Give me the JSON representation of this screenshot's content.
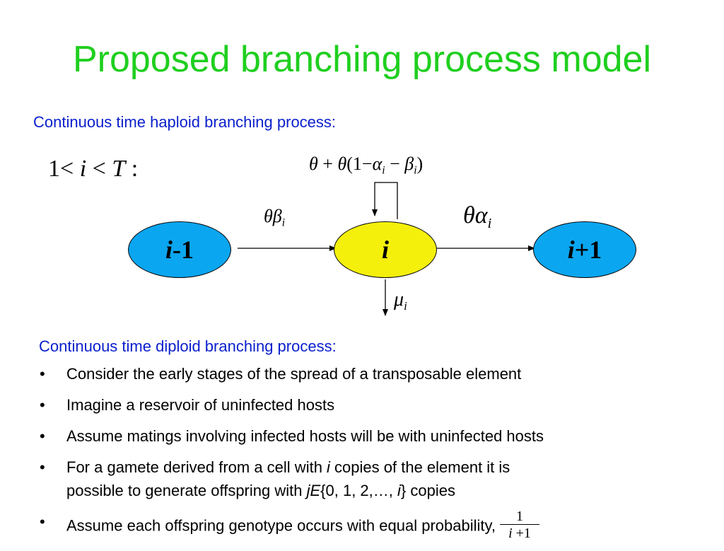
{
  "title": "Proposed branching process model",
  "haploid_heading": "Continuous time haploid branching process:",
  "condition": {
    "lhs": "1",
    "lt1": "<",
    "var": "i",
    "lt2": "<",
    "rhs": "T",
    "colon": ":"
  },
  "self_loop_rate": {
    "a": "θ",
    "plus": "+",
    "b": "θ",
    "open": "(1",
    "minus1": "−",
    "alpha": "α",
    "alpha_sub": "i",
    "minus2": "−",
    "beta": "β",
    "beta_sub": "i",
    "close": ")"
  },
  "rate_in": {
    "theta": "θ",
    "beta": "β",
    "sub": "i"
  },
  "rate_out": {
    "theta": "θ",
    "alpha": "α",
    "sub": "i"
  },
  "rate_death": {
    "mu": "μ",
    "sub": "i"
  },
  "nodes": {
    "left": {
      "var": "i",
      "rest": "-1",
      "color": "#0ba6f0"
    },
    "center": {
      "var": "i",
      "color": "#f4f00c"
    },
    "right": {
      "var": "i",
      "rest": "+1",
      "color": "#0ba6f0"
    }
  },
  "diploid_heading": "Continuous time diploid branching process:",
  "bullet_char": "•",
  "bullets": [
    "Consider the early stages of the spread of a transposable element",
    "Imagine a reservoir of uninfected hosts",
    "Assume matings involving infected hosts will be with uninfected hosts"
  ],
  "bullet4": {
    "line1_pre": "For a gamete derived from a cell with ",
    "line1_var": "i",
    "line1_post": " copies of the element it is",
    "line2_pre": "possible to generate offspring with ",
    "line2_var": "jE",
    "line2_mid": "{0, 1, 2,…, ",
    "line2_var2": "i",
    "line2_post": "} copies"
  },
  "bullet5": {
    "text": "Assume each offspring genotype occurs with equal probability,",
    "frac_num": "1",
    "frac_den_var": "i",
    "frac_den_rest": " +1"
  }
}
